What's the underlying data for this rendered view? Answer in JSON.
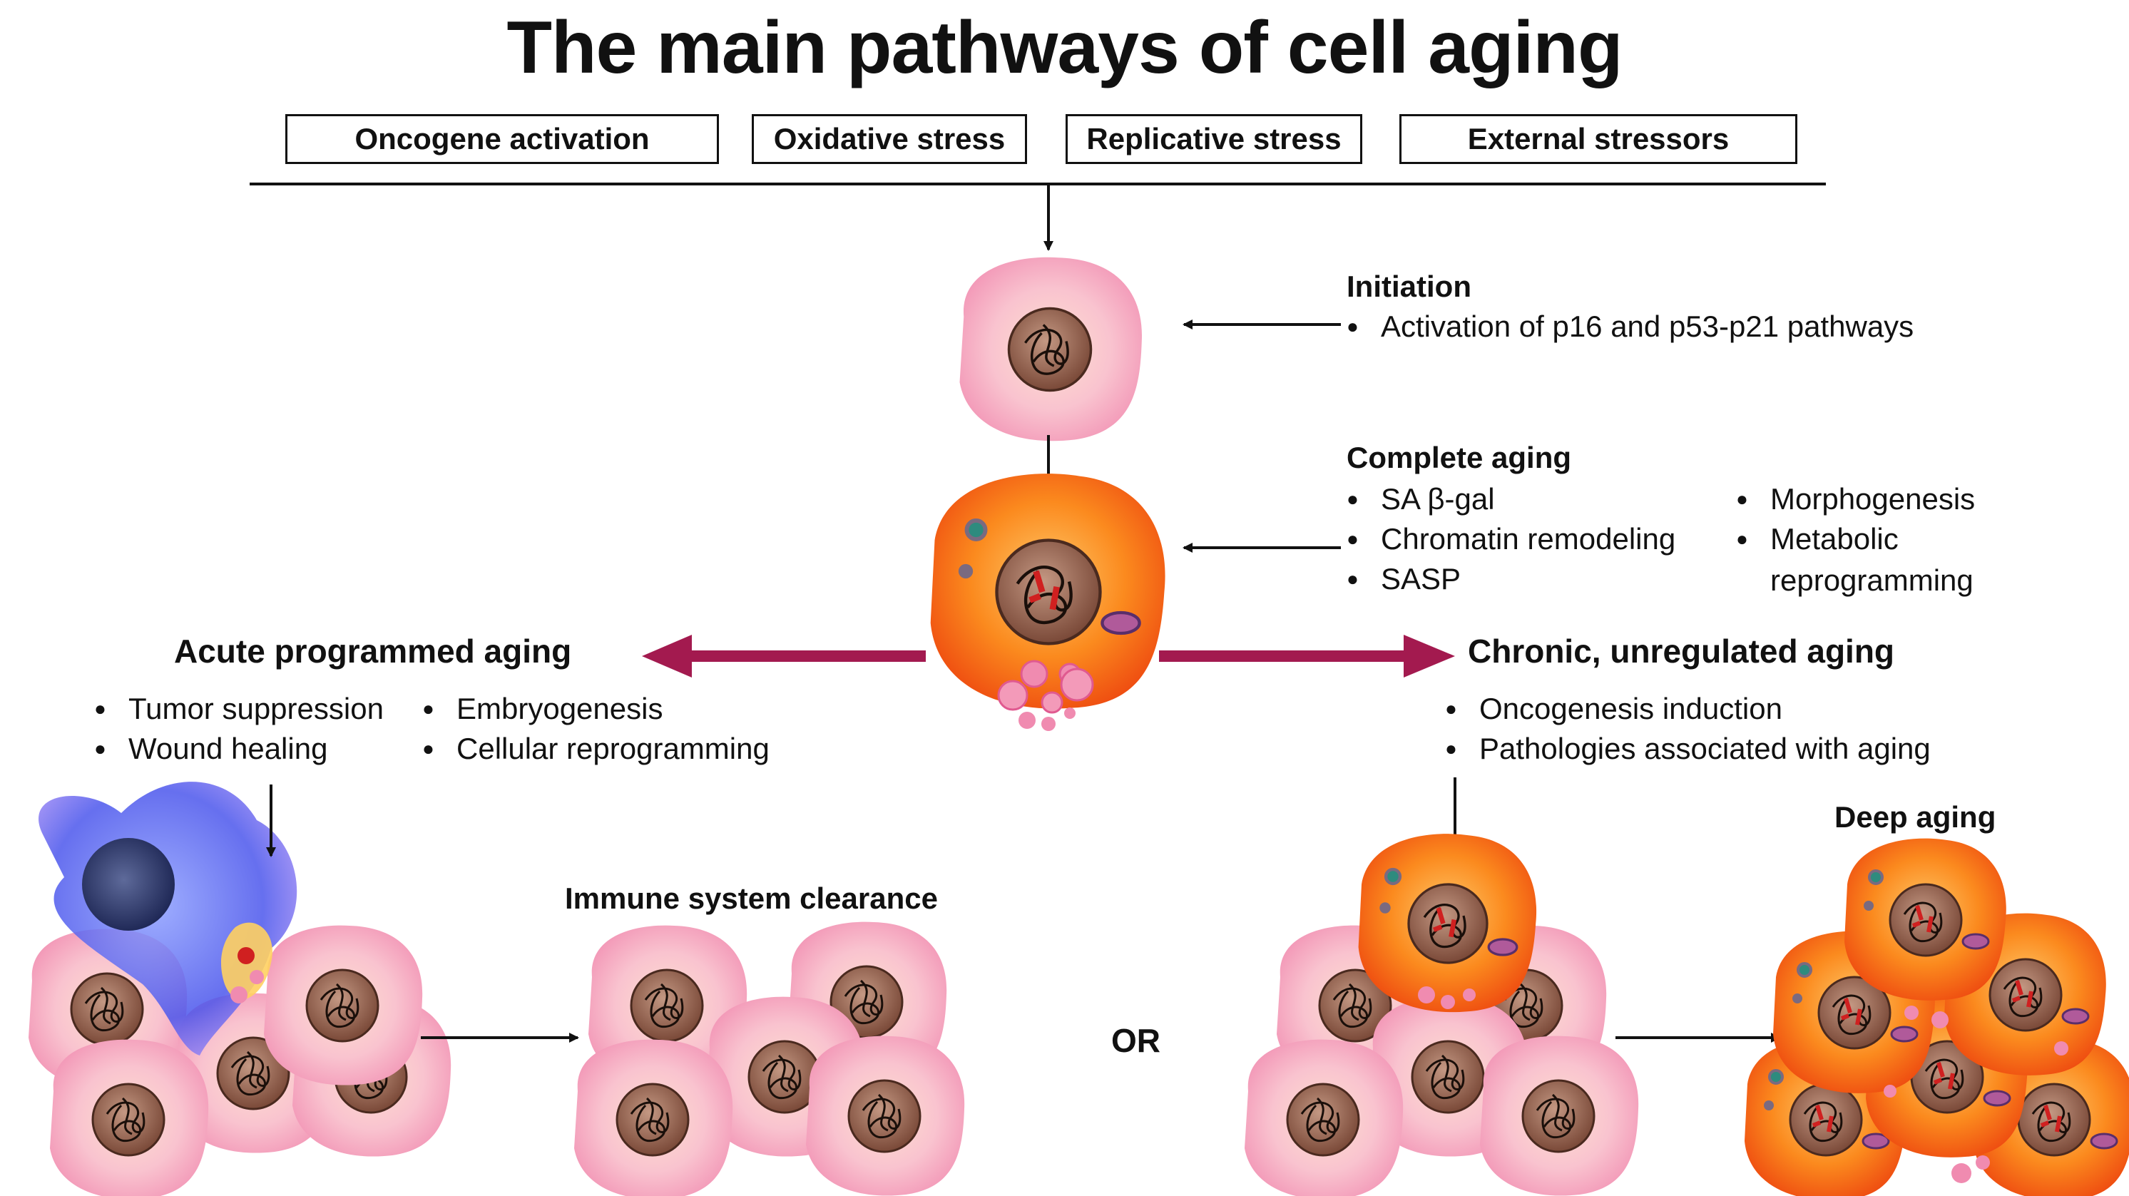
{
  "title": "The main pathways of cell aging",
  "stressors": [
    "Oncogene activation",
    "Oxidative stress",
    "Replicative stress",
    "External stressors"
  ],
  "initiation": {
    "heading": "Initiation",
    "items": [
      "Activation of p16 and p53-p21 pathways"
    ]
  },
  "complete": {
    "heading": "Complete aging",
    "items_left": [
      "SA β-gal",
      "Chromatin remodeling",
      "SASP"
    ],
    "items_right": [
      "Morphogenesis",
      "Metabolic",
      "reprogramming"
    ]
  },
  "acute": {
    "heading": "Acute programmed aging",
    "items_left": [
      "Tumor suppression",
      "Wound healing"
    ],
    "items_right": [
      "Embryogenesis",
      "Cellular reprogramming"
    ]
  },
  "chronic": {
    "heading": "Chronic, unregulated aging",
    "items": [
      "Oncogenesis induction",
      "Pathologies associated with aging"
    ]
  },
  "immune_label": "Immune system clearance",
  "or_label": "OR",
  "deep_label": "Deep aging",
  "colors": {
    "arrow_accent": "#a31a4f",
    "healthy_cell": "#f7b3c8",
    "aged_cell": "#f36a12",
    "nucleus": "#8a5a47",
    "immune_cell": "#4a55e8"
  }
}
